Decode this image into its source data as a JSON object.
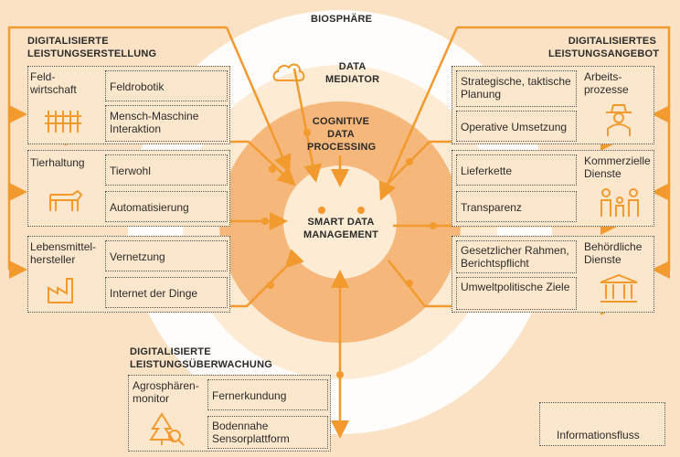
{
  "center": {
    "biosphere": "BIOSPHÄRE",
    "mediator": [
      "DATA",
      "MEDIATOR"
    ],
    "cognitive": [
      "COGNITIVE",
      "DATA",
      "PROCESSING"
    ],
    "smart": [
      "SMART DATA",
      "MANAGEMENT"
    ]
  },
  "left_title": [
    "DIGITALISIERTE",
    "LEISTUNGSERSTELLUNG"
  ],
  "right_title": [
    "DIGITALISIERTES",
    "LEISTUNGSANGEBOT"
  ],
  "bottom_title": [
    "DIGITALISIERTE",
    "LEISTUNGSÜBERWACHUNG"
  ],
  "left_groups": [
    {
      "label": [
        "Feld-",
        "wirtschaft"
      ],
      "items": [
        "Feldrobotik",
        "Mensch-Maschine Interaktion"
      ],
      "icon": "wheat-icon"
    },
    {
      "label": [
        "Tierhaltung"
      ],
      "items": [
        "Tierwohl",
        "Automatisierung"
      ],
      "icon": "cow-icon"
    },
    {
      "label": [
        "Lebensmittel-",
        "hersteller"
      ],
      "items": [
        "Vernetzung",
        "Internet der Dinge"
      ],
      "icon": "factory-icon"
    }
  ],
  "right_groups": [
    {
      "label": [
        "Arbeits-",
        "prozesse"
      ],
      "items": [
        "Strategische, taktische Planung",
        "Operative Umsetzung"
      ],
      "icon": "farmer-icon"
    },
    {
      "label": [
        "Kommerzielle",
        "Dienste"
      ],
      "items": [
        "Lieferkette",
        "Transparenz"
      ],
      "icon": "family-icon"
    },
    {
      "label": [
        "Behördliche",
        "Dienste"
      ],
      "items": [
        "Gesetzlicher Rahmen, Berichtspflicht",
        "Umweltpolitische Ziele"
      ],
      "icon": "institution-icon"
    }
  ],
  "bottom_group": {
    "label": [
      "Agrosphären-",
      "monitor"
    ],
    "items": [
      "Fernerkundung",
      "Bodennahe Sensorplattform"
    ],
    "icon": "tree-search-icon"
  },
  "legend": {
    "label": "Informationsfluss"
  },
  "colors": {
    "accent": "#f29a2e",
    "ring_light": "#fff4e6",
    "ring_mid": "#f5b77a",
    "ring_inner": "#fdebd3"
  }
}
